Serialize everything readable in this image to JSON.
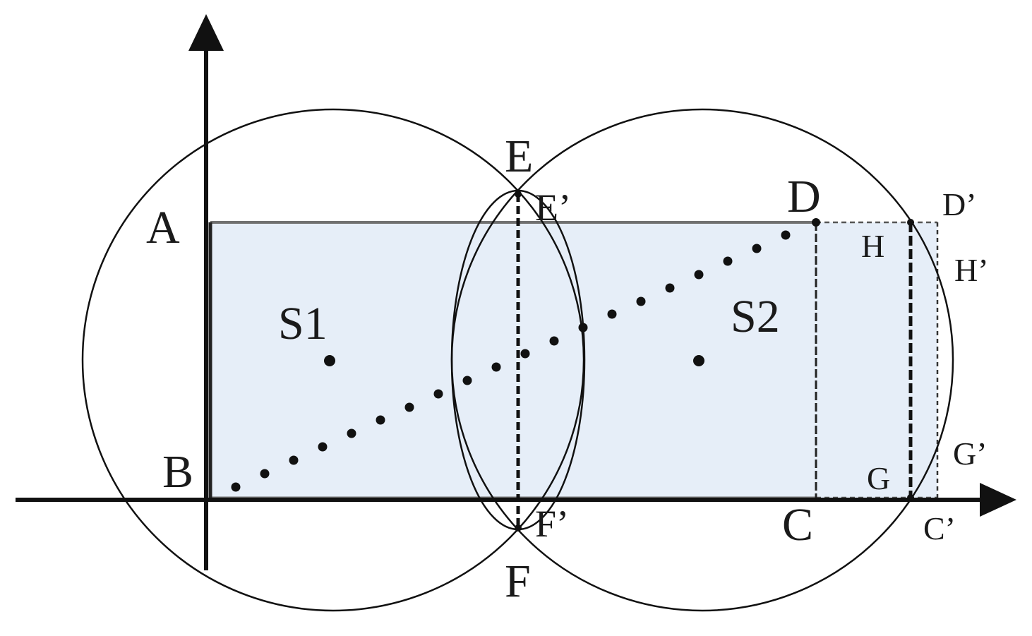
{
  "diagram": {
    "labels": {
      "A": "A",
      "B": "B",
      "C": "C",
      "D": "D",
      "E": "E",
      "F": "F",
      "E_prime": "E’",
      "F_prime": "F’",
      "C_prime": "C’",
      "D_prime": "D’",
      "G": "G",
      "H": "H",
      "G_prime": "G’",
      "H_prime": "H’",
      "S1": "S1",
      "S2": "S2"
    },
    "colors": {
      "stroke": "#111111",
      "rect_fill": "#e6eef8",
      "rect_border": "#707070",
      "dashed_gray": "#555555"
    }
  }
}
